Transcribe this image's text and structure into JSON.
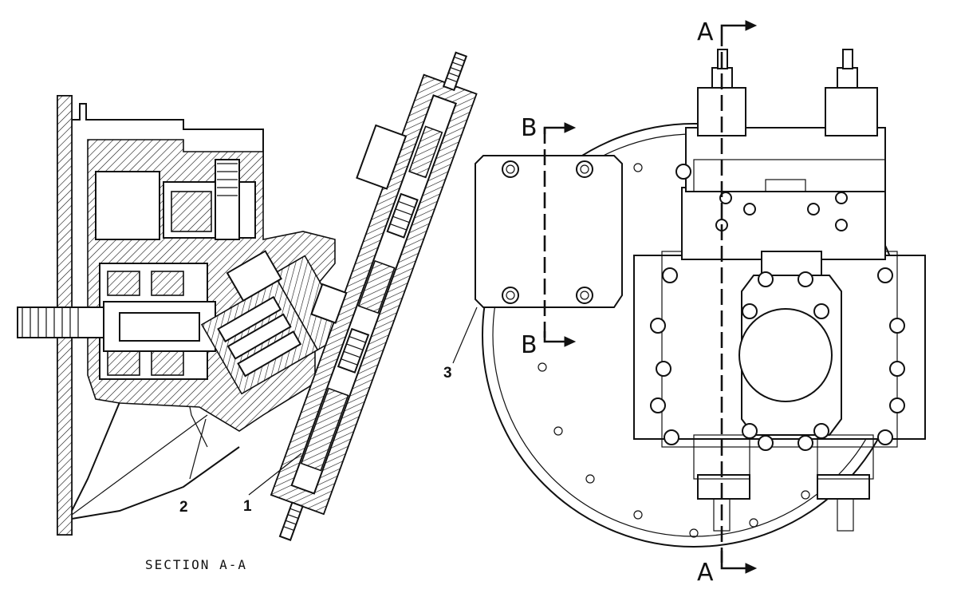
{
  "callouts": {
    "c1": "1",
    "c2": "2",
    "c3": "3"
  },
  "section_caption": "SECTION A-A",
  "section_markers": {
    "a_top": "A",
    "a_bottom": "A",
    "b_top": "B",
    "b_bottom": "B"
  }
}
